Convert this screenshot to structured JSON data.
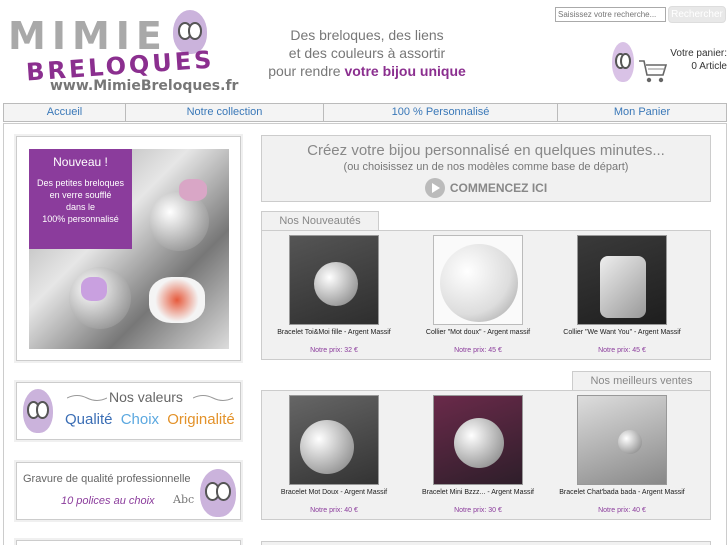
{
  "header": {
    "logo_letters_top": "MIMIE",
    "logo_letters_bottom": "BRELOQUES",
    "site_url": "www.MimieBreloques.fr",
    "slogan_line1": "Des breloques, des liens",
    "slogan_line2": "et des couleurs à assortir",
    "slogan_line3_prefix": "pour rendre ",
    "slogan_line3_bold": "votre bijou unique"
  },
  "search": {
    "placeholder": "Saisissez votre recherche...",
    "button_label": "Rechercher"
  },
  "cart": {
    "label": "Votre panier:",
    "count": "0 Article"
  },
  "nav": {
    "items": [
      {
        "label": "Accueil"
      },
      {
        "label": "Notre collection"
      },
      {
        "label": "100 % Personnalisé"
      },
      {
        "label": "Mon Panier"
      }
    ]
  },
  "promo": {
    "title": "Nouveau !",
    "line1": "Des petites breloques",
    "line2": "en verre soufflé",
    "line3": "dans le",
    "line4": "100% personnalisé"
  },
  "values": {
    "title": "Nos valeurs",
    "word1": "Qualité",
    "word2": "Choix",
    "word3": "Originalité"
  },
  "engrave": {
    "title": "Gravure de qualité  professionnelle",
    "subtitle": "10 polices au choix",
    "abc": "Abc"
  },
  "hero": {
    "title": "Créez votre bijou personnalisé en quelques minutes...",
    "subtitle": "(ou choisissez un de nos modèles comme base de départ)",
    "cta": "COMMENCEZ ICI"
  },
  "new_products": {
    "tab_label": "Nos Nouveautés",
    "items": [
      {
        "name": "Bracelet Toi&Moi fille - Argent Massif",
        "price": "Notre prix: 32 €"
      },
      {
        "name": "Collier \"Mot doux\" - Argent massif",
        "price": "Notre prix: 45 €"
      },
      {
        "name": "Collier \"We Want You\" - Argent Massif",
        "price": "Notre prix: 45 €"
      }
    ]
  },
  "best_products": {
    "tab_label": "Nos meilleurs ventes",
    "items": [
      {
        "name": "Bracelet Mot Doux - Argent Massif",
        "price": "Notre prix: 40 €"
      },
      {
        "name": "Bracelet Mini Bzzz... - Argent Massif",
        "price": "Notre prix: 30 €"
      },
      {
        "name": "Bracelet Chat'bada bada - Argent Massif",
        "price": "Notre prix: 40 €"
      }
    ]
  },
  "colors": {
    "accent": "#8b3c9c",
    "link": "#3a78b8",
    "panel": "#f1f1f1"
  }
}
